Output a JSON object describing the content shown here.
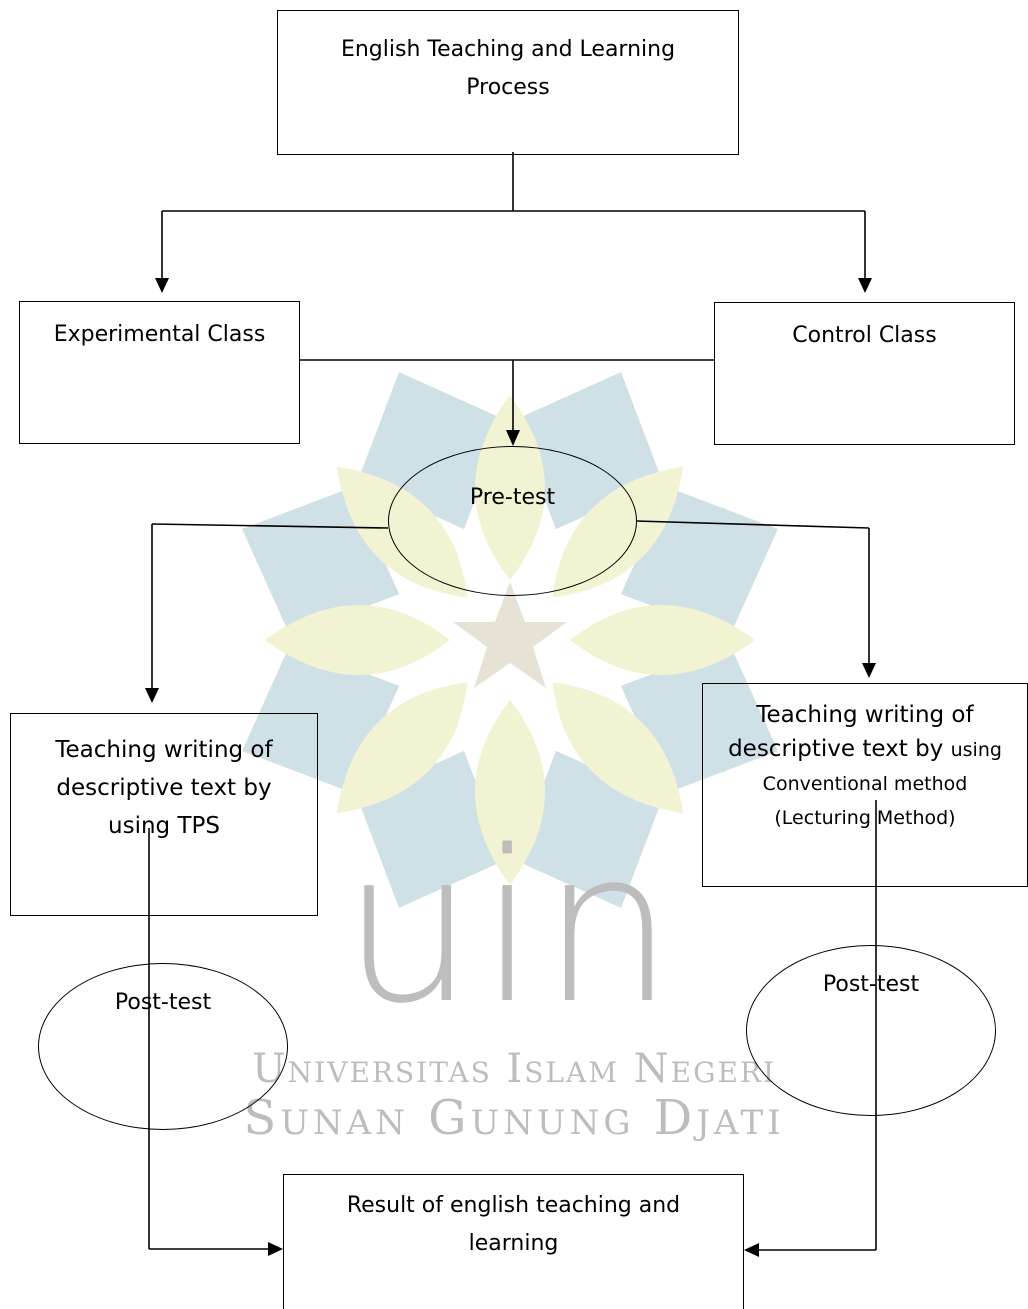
{
  "colors": {
    "line": "#000000",
    "watermark_teal": "#cfe0e6",
    "watermark_yellow": "#f1f3d2",
    "watermark_star": "#e6e2d6",
    "watermark_text": "#bdbdbd"
  },
  "watermark": {
    "logo_letters": "uin",
    "university_line": "Universitas Islam Negeri",
    "campus_line": "Sunan Gunung Djati"
  },
  "nodes": {
    "process": "English Teaching and Learning\nProcess",
    "experimental_class": "Experimental Class",
    "control_class": "Control Class",
    "pre_test": "Pre-test",
    "tps_teaching": "Teaching writing of\ndescriptive text by\nusing TPS",
    "conventional_teaching_line1": "Teaching writing of",
    "conventional_teaching_line2": "descriptive text by",
    "conventional_teaching_line2_small": "using",
    "conventional_teaching_line3": "Conventional method",
    "conventional_teaching_line4": "(Lecturing Method)",
    "post_test_left": "Post-test",
    "post_test_right": "Post-test",
    "result": "Result of english teaching and\nlearning"
  }
}
